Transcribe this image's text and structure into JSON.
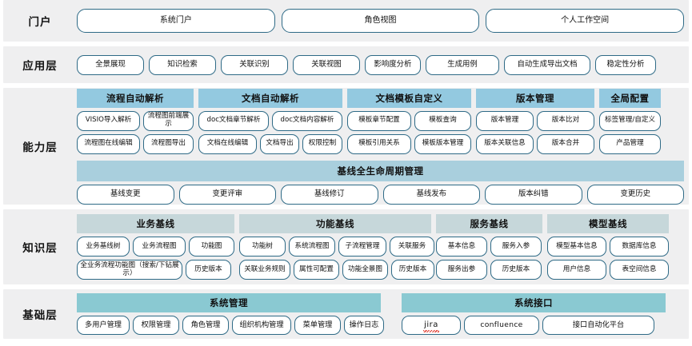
{
  "colors": {
    "layer_bg": "#efeff0",
    "pill_border": "#2e6a86",
    "capability_header": "#93c9e0",
    "knowledge_header": "#c6d7da",
    "base_header": "#8ac9d2",
    "baseline_header": "#a9cfdd",
    "page_bg": "#ffffff"
  },
  "layers": [
    {
      "label": "门户",
      "items": [
        "系统门户",
        "角色视图",
        "个人工作空间"
      ]
    },
    {
      "label": "应用层",
      "items": [
        "全景展现",
        "知识检索",
        "关联识别",
        "关联视图",
        "影响度分析",
        "生成用例",
        "自动生成导出文档",
        "稳定性分析"
      ]
    },
    {
      "label": "能力层",
      "groups": [
        {
          "title": "流程自动解析",
          "rows": [
            [
              "VISIO导入解析",
              "流程图前端展示"
            ],
            [
              "流程图在线编辑",
              "流程图导出"
            ]
          ]
        },
        {
          "title": "文档自动解析",
          "rows": [
            [
              "doc文档章节解析",
              "doc文档内容解析"
            ],
            [
              "文档在线编辑",
              "文档导出",
              "权限控制"
            ]
          ]
        },
        {
          "title": "文档模板自定义",
          "rows": [
            [
              "模板章节配置",
              "模板查询"
            ],
            [
              "模板引用关系",
              "模板版本管理"
            ]
          ]
        },
        {
          "title": "版本管理",
          "rows": [
            [
              "版本管理",
              "版本比对"
            ],
            [
              "版本关联信息",
              "版本合并"
            ]
          ]
        },
        {
          "title": "全局配置",
          "rows": [
            [
              "标签管理/自定义"
            ],
            [
              "产品管理"
            ]
          ]
        }
      ],
      "baseline": {
        "title": "基线全生命周期管理",
        "items": [
          "基线变更",
          "变更评审",
          "基线修订",
          "基线发布",
          "版本纠错",
          "变更历史"
        ]
      }
    },
    {
      "label": "知识层",
      "groups": [
        {
          "title": "业务基线",
          "rows": [
            [
              "业务基线树",
              "业务流程图",
              "功能图"
            ],
            [
              "全业务流程功能图（搜索/下钻展示）",
              "历史版本"
            ]
          ]
        },
        {
          "title": "功能基线",
          "rows": [
            [
              "功能树",
              "系统流程图",
              "子流程管理",
              "关联服务"
            ],
            [
              "关联业务规则",
              "属性可配置",
              "功能全景图",
              "历史版本"
            ]
          ]
        },
        {
          "title": "服务基线",
          "rows": [
            [
              "基本信息",
              "服务入参"
            ],
            [
              "服务出参",
              "历史版本"
            ]
          ]
        },
        {
          "title": "模型基线",
          "rows": [
            [
              "模型基本信息",
              "数据库信息"
            ],
            [
              "用户信息",
              "表空间信息"
            ]
          ]
        }
      ]
    },
    {
      "label": "基础层",
      "groups": [
        {
          "title": "系统管理",
          "rows": [
            [
              "多用户管理",
              "权限管理",
              "角色管理",
              "组织机构管理",
              "菜单管理",
              "操作日志"
            ]
          ]
        },
        {
          "title": "系统接口",
          "rows": [
            [
              "jira",
              "confluence",
              "接口自动化平台"
            ]
          ]
        }
      ]
    }
  ]
}
